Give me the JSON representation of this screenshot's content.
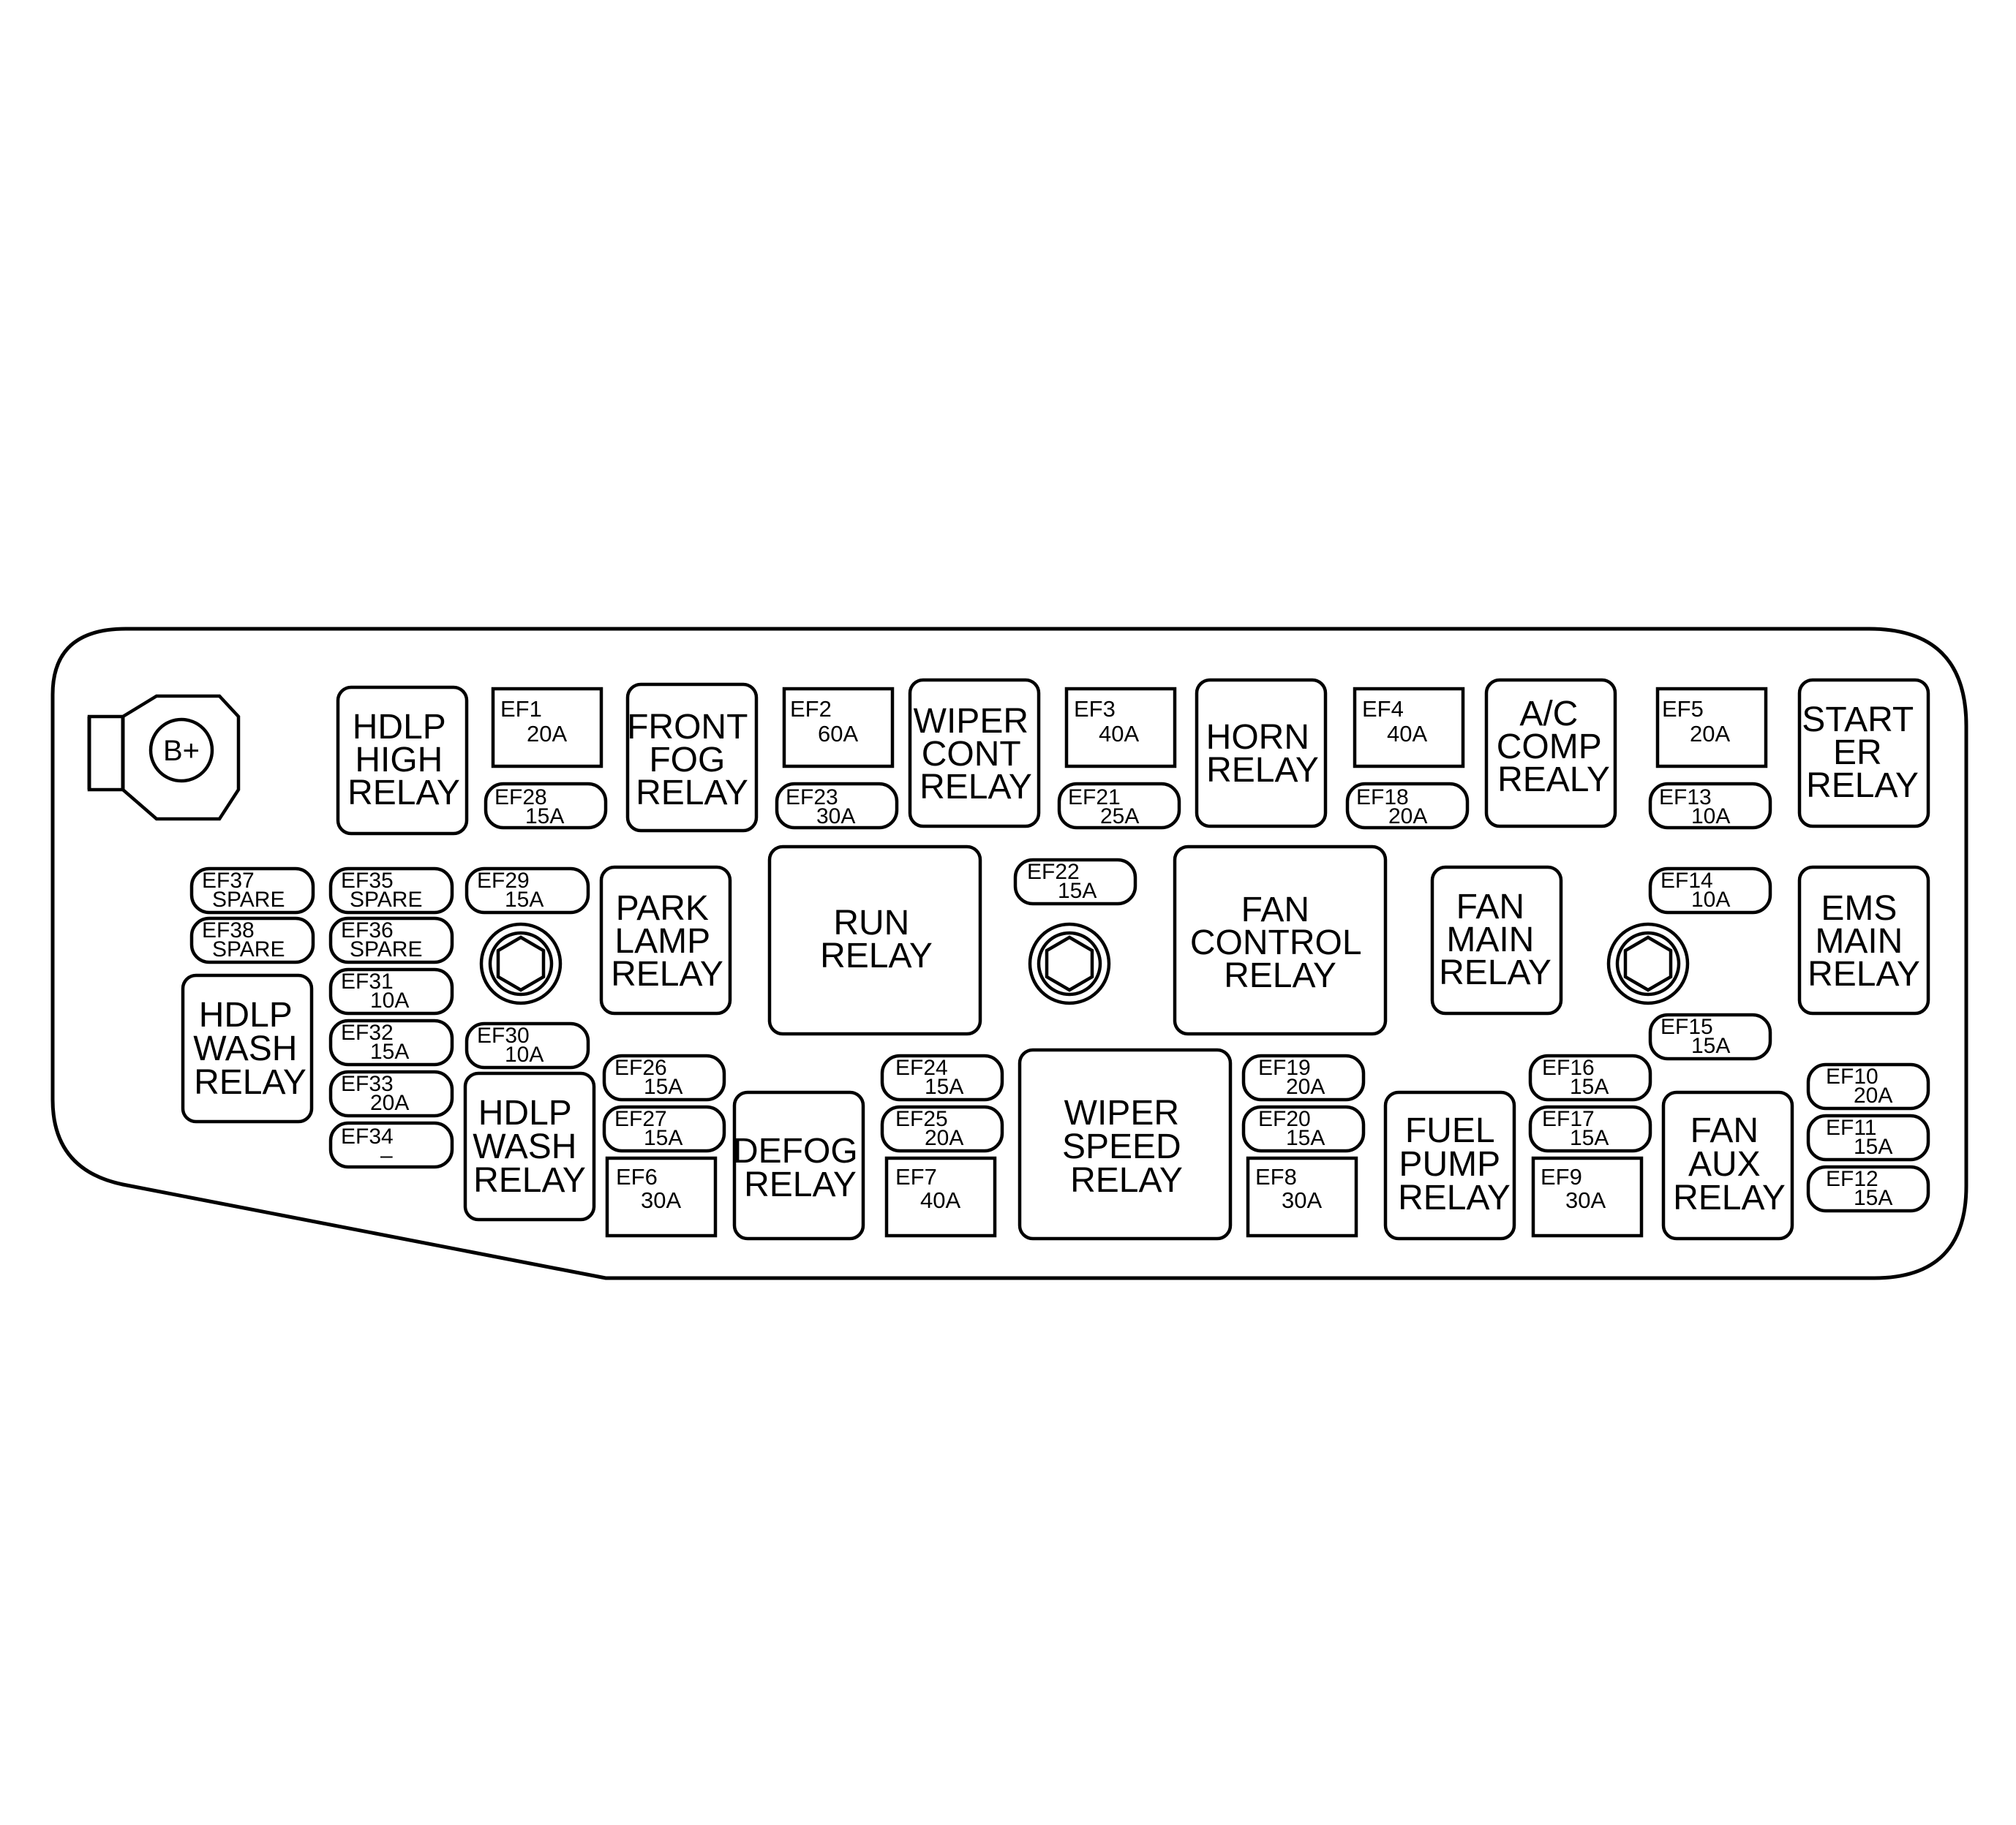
{
  "colors": {
    "line": "#000000",
    "background": "#ffffff"
  },
  "terminal": {
    "label": "B+"
  },
  "relays": {
    "hdlp_high": [
      "HDLP",
      "HIGH",
      "RELAY"
    ],
    "front_fog": [
      "FRONT",
      "FOG",
      "RELAY"
    ],
    "wiper_cont": [
      "WIPER",
      "CONT",
      "RELAY"
    ],
    "horn": [
      "HORN",
      "RELAY"
    ],
    "ac_comp": [
      "A/C",
      "COMP",
      "REALY"
    ],
    "starter": [
      "START",
      "ER",
      "RELAY"
    ],
    "park_lamp": [
      "PARK",
      "LAMP",
      "RELAY"
    ],
    "run": [
      "RUN",
      "RELAY"
    ],
    "fan_control": [
      "FAN",
      "CONTROL",
      "RELAY"
    ],
    "fan_main": [
      "FAN",
      "MAIN",
      "RELAY"
    ],
    "ems_main": [
      "EMS",
      "MAIN",
      "RELAY"
    ],
    "hdlp_wash_left": [
      "HDLP",
      "WASH",
      "RELAY"
    ],
    "hdlp_wash_mid": [
      "HDLP",
      "WASH",
      "RELAY"
    ],
    "defog": [
      "DEFOG",
      "RELAY"
    ],
    "wiper_speed": [
      "WIPER",
      "SPEED",
      "RELAY"
    ],
    "fuel_pump": [
      "FUEL",
      "PUMP",
      "RELAY"
    ],
    "fan_aux": [
      "FAN",
      "AUX",
      "RELAY"
    ]
  },
  "fuses": {
    "ef1": {
      "id": "EF1",
      "rating": "20A"
    },
    "ef2": {
      "id": "EF2",
      "rating": "60A"
    },
    "ef3": {
      "id": "EF3",
      "rating": "40A"
    },
    "ef4": {
      "id": "EF4",
      "rating": "40A"
    },
    "ef5": {
      "id": "EF5",
      "rating": "20A"
    },
    "ef6": {
      "id": "EF6",
      "rating": "30A"
    },
    "ef7": {
      "id": "EF7",
      "rating": "40A"
    },
    "ef8": {
      "id": "EF8",
      "rating": "30A"
    },
    "ef9": {
      "id": "EF9",
      "rating": "30A"
    },
    "ef10": {
      "id": "EF10",
      "rating": "20A"
    },
    "ef11": {
      "id": "EF11",
      "rating": "15A"
    },
    "ef12": {
      "id": "EF12",
      "rating": "15A"
    },
    "ef13": {
      "id": "EF13",
      "rating": "10A"
    },
    "ef14": {
      "id": "EF14",
      "rating": "10A"
    },
    "ef15": {
      "id": "EF15",
      "rating": "15A"
    },
    "ef16": {
      "id": "EF16",
      "rating": "15A"
    },
    "ef17": {
      "id": "EF17",
      "rating": "15A"
    },
    "ef18": {
      "id": "EF18",
      "rating": "20A"
    },
    "ef19": {
      "id": "EF19",
      "rating": "20A"
    },
    "ef20": {
      "id": "EF20",
      "rating": "15A"
    },
    "ef21": {
      "id": "EF21",
      "rating": "25A"
    },
    "ef22": {
      "id": "EF22",
      "rating": "15A"
    },
    "ef23": {
      "id": "EF23",
      "rating": "30A"
    },
    "ef24": {
      "id": "EF24",
      "rating": "15A"
    },
    "ef25": {
      "id": "EF25",
      "rating": "20A"
    },
    "ef26": {
      "id": "EF26",
      "rating": "15A"
    },
    "ef27": {
      "id": "EF27",
      "rating": "15A"
    },
    "ef28": {
      "id": "EF28",
      "rating": "15A"
    },
    "ef29": {
      "id": "EF29",
      "rating": "15A"
    },
    "ef30": {
      "id": "EF30",
      "rating": "10A"
    },
    "ef31": {
      "id": "EF31",
      "rating": "10A"
    },
    "ef32": {
      "id": "EF32",
      "rating": "15A"
    },
    "ef33": {
      "id": "EF33",
      "rating": "20A"
    },
    "ef34": {
      "id": "EF34",
      "rating": "–"
    },
    "ef35": {
      "id": "EF35",
      "rating": "SPARE"
    },
    "ef36": {
      "id": "EF36",
      "rating": "SPARE"
    },
    "ef37": {
      "id": "EF37",
      "rating": "SPARE"
    },
    "ef38": {
      "id": "EF38",
      "rating": "SPARE"
    }
  }
}
